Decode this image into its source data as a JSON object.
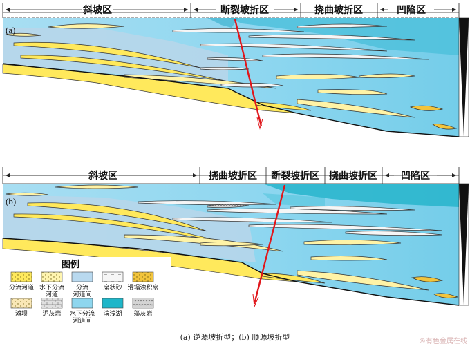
{
  "panel_a": {
    "tag": "(a)",
    "zones": [
      {
        "label": "斜坡区"
      },
      {
        "label": "断裂坡折区"
      },
      {
        "label": "挠曲坡折区"
      },
      {
        "label": "凹陷区"
      }
    ]
  },
  "panel_b": {
    "tag": "(b)",
    "zones": [
      {
        "label": "斜坡区"
      },
      {
        "label": "挠曲坡折区"
      },
      {
        "label": "断裂坡折区"
      },
      {
        "label": "挠曲坡折区"
      },
      {
        "label": "凹陷区"
      }
    ]
  },
  "legend": {
    "title": "图例",
    "items": [
      {
        "label": "分流河道",
        "label2": "",
        "swatch": "#ffe95c",
        "pattern": "dots"
      },
      {
        "label": "水下分流",
        "label2": "河道",
        "swatch": "#fff5b0",
        "pattern": "dots"
      },
      {
        "label": "分流",
        "label2": "河道间",
        "swatch": "#b9d9ef",
        "pattern": "none"
      },
      {
        "label": "席状砂",
        "label2": "",
        "swatch": "#f6f6f6",
        "pattern": "dash"
      },
      {
        "label": "滑塌浊积扇",
        "label2": "",
        "swatch": "#f2c43c",
        "pattern": "dots"
      },
      {
        "label": "滩坝",
        "label2": "",
        "swatch": "#f9e7b6",
        "pattern": "dots"
      },
      {
        "label": "泥灰岩",
        "label2": "",
        "swatch": "#e0e0e0",
        "pattern": "brick"
      },
      {
        "label": "水下分流",
        "label2": "河道间",
        "swatch": "#8ed6ee",
        "pattern": "none"
      },
      {
        "label": "滨浅湖",
        "label2": "",
        "swatch": "#1fb6c9",
        "pattern": "none"
      },
      {
        "label": "藻灰岩",
        "label2": "",
        "swatch": "#d0d0d0",
        "pattern": "algal"
      }
    ]
  },
  "caption": "(a)  逆源坡折型；(b)  顺源坡折型",
  "watermark": "®有色金属在线",
  "colors": {
    "lake_light": "#9fdcf2",
    "lake_mid": "#5fc8e4",
    "lake_deep": "#1fb3c8",
    "interchannel": "#b7d6ec",
    "channel": "#ffe95c",
    "subaqueous": "#fff3a6",
    "sheet_sand": "#f6f6f6",
    "fault": "#e0161b"
  }
}
